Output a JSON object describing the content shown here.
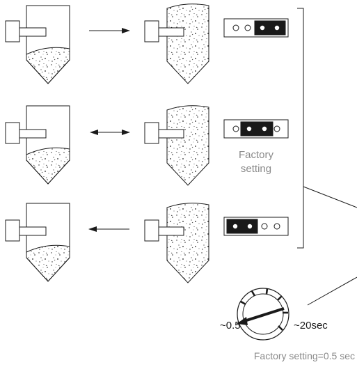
{
  "jumper_note": {
    "line1": "Factory",
    "line2": "setting"
  },
  "dial": {
    "min_label": "~0.5",
    "max_label": "~20sec",
    "caption": "Factory setting=0.5 sec"
  },
  "colors": {
    "ink": "#1a1a1a",
    "caption_grey": "#8a8a8a",
    "background": "#ffffff"
  }
}
